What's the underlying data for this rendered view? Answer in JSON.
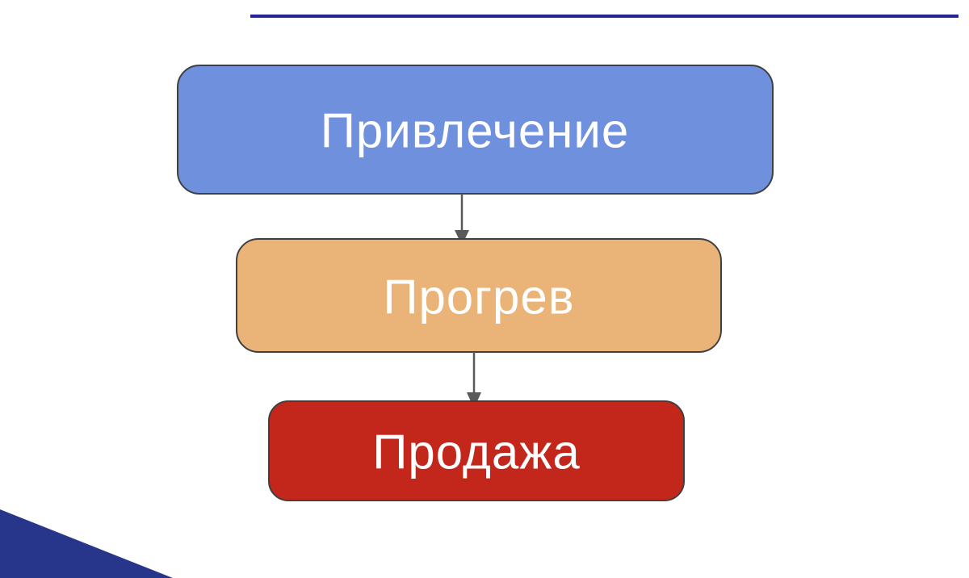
{
  "decor": {
    "top_line_color": "#23239b",
    "corner_triangle_color": "#27368a"
  },
  "diagram": {
    "type": "flowchart",
    "direction": "top-down",
    "background_color": "#ffffff",
    "text_color": "#ffffff",
    "node_border_color": "#404040",
    "arrow_color": "#595959",
    "nodes": [
      {
        "label": "Привлечение",
        "fill": "#6f90dc"
      },
      {
        "label": "Прогрев",
        "fill": "#eab377"
      },
      {
        "label": "Продажа",
        "fill": "#c3271b"
      }
    ],
    "edges": [
      {
        "from": "Привлечение",
        "to": "Прогрев"
      },
      {
        "from": "Прогрев",
        "to": "Продажа"
      }
    ]
  }
}
